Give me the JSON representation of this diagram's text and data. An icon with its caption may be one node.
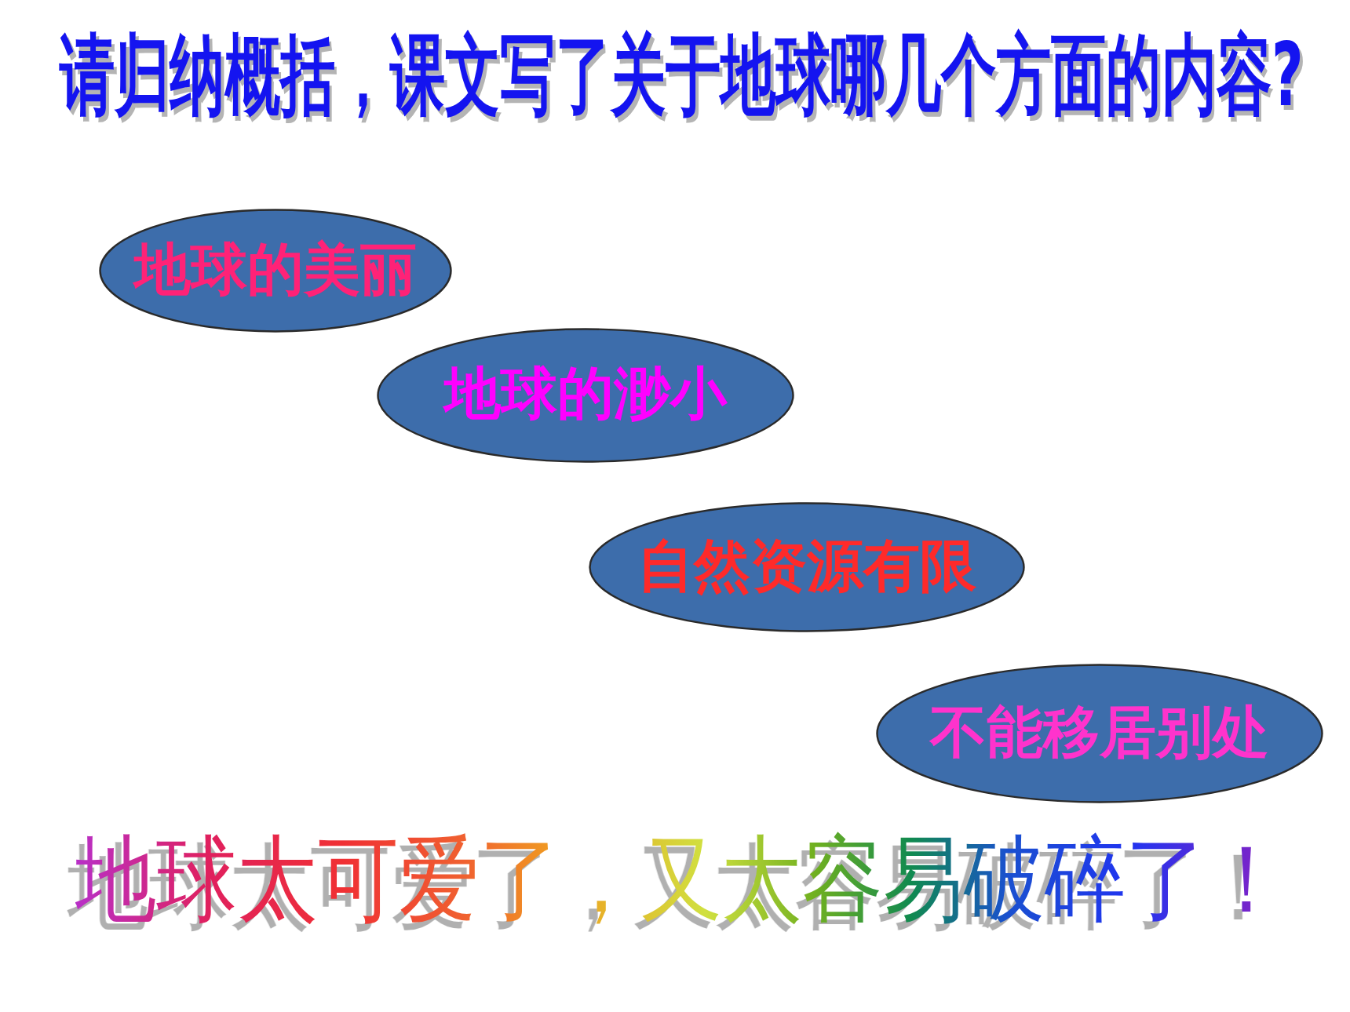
{
  "diagram": {
    "title": "请归纳概括，课文写了关于地球哪几个方面的内容?",
    "nodes": [
      {
        "text": [
          "地球的美丽"
        ]
      },
      {
        "text": [
          "地球的渺小"
        ]
      },
      {
        "text": [
          "自然资源有限"
        ]
      },
      {
        "text": [
          "不能移居别处"
        ]
      }
    ],
    "labels": [
      "地球太可爱了，又太容易破碎了！"
    ]
  }
}
